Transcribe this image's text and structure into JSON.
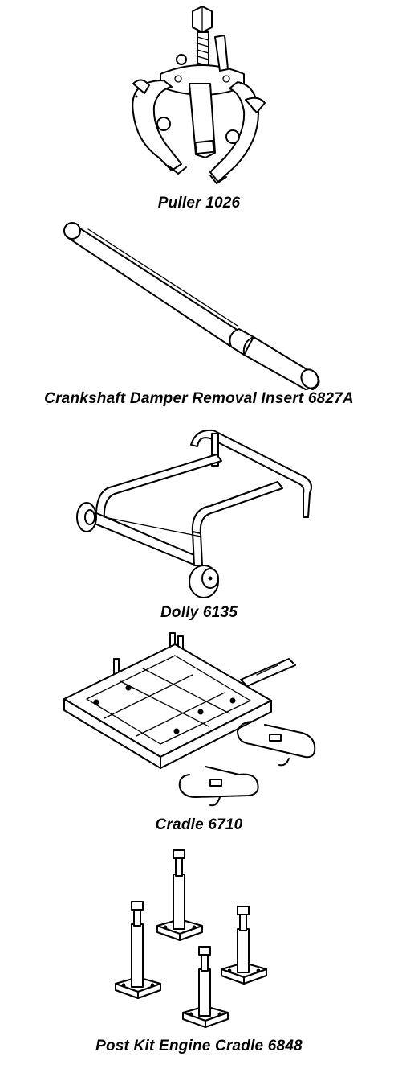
{
  "tools": [
    {
      "id": "puller",
      "caption": "Puller 1026",
      "icon": "three-jaw-puller-drawing"
    },
    {
      "id": "crankshaft-insert",
      "caption": "Crankshaft Damper Removal Insert 6827A",
      "icon": "removal-insert-drawing"
    },
    {
      "id": "dolly",
      "caption": "Dolly 6135",
      "icon": "wheeled-dolly-drawing"
    },
    {
      "id": "cradle",
      "caption": "Cradle 6710",
      "icon": "engine-cradle-drawing"
    },
    {
      "id": "post-kit",
      "caption": "Post Kit Engine Cradle 6848",
      "icon": "post-kit-drawing"
    }
  ]
}
